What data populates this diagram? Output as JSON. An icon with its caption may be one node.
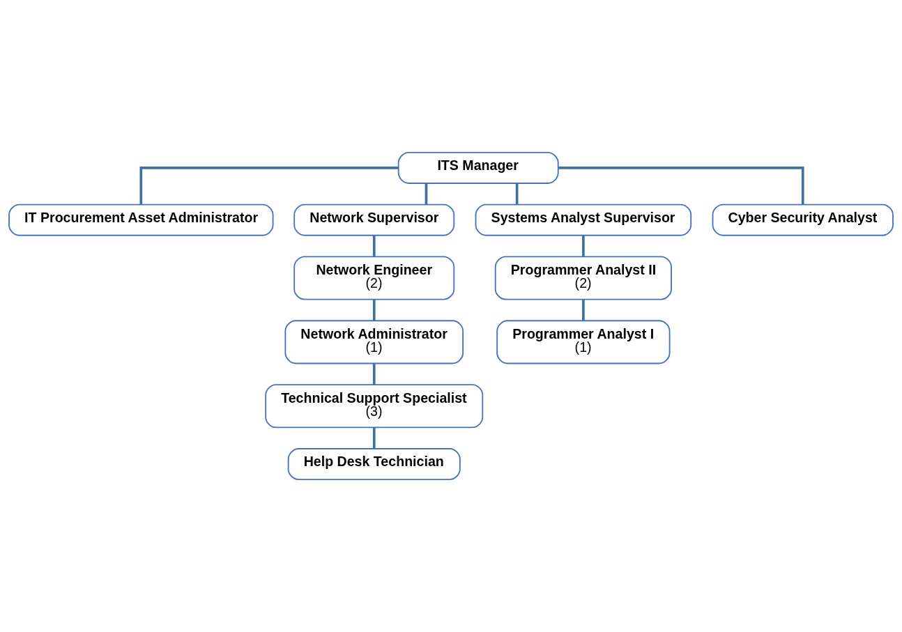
{
  "diagram": {
    "nodes": [
      {
        "text": [
          "ITS Manager"
        ]
      },
      {
        "text": [
          "IT Procurement Asset Administrator"
        ]
      },
      {
        "text": [
          "Network Supervisor"
        ]
      },
      {
        "text": [
          "Systems Analyst Supervisor"
        ]
      },
      {
        "text": [
          "Cyber Security Analyst"
        ]
      },
      {
        "text": [
          "Network Engineer",
          "(2)"
        ]
      },
      {
        "text": [
          "Network Administrator",
          "(1)"
        ]
      },
      {
        "text": [
          "Technical Support Specialist",
          "(3)"
        ]
      },
      {
        "text": [
          "Help Desk Technician"
        ]
      },
      {
        "text": [
          "Programmer Analyst II",
          "(2)"
        ]
      },
      {
        "text": [
          "Programmer Analyst I",
          "(1)"
        ]
      }
    ],
    "edges": [
      {
        "from": 0,
        "to": 1,
        "arrow": "none"
      },
      {
        "from": 0,
        "to": 2,
        "arrow": "none"
      },
      {
        "from": 0,
        "to": 3,
        "arrow": "none"
      },
      {
        "from": 0,
        "to": 4,
        "arrow": "none"
      },
      {
        "from": 2,
        "to": 5,
        "arrow": "none"
      },
      {
        "from": 5,
        "to": 6,
        "arrow": "none"
      },
      {
        "from": 6,
        "to": 7,
        "arrow": "none"
      },
      {
        "from": 7,
        "to": 8,
        "arrow": "none"
      },
      {
        "from": 3,
        "to": 9,
        "arrow": "none"
      },
      {
        "from": 9,
        "to": 10,
        "arrow": "none"
      }
    ]
  }
}
